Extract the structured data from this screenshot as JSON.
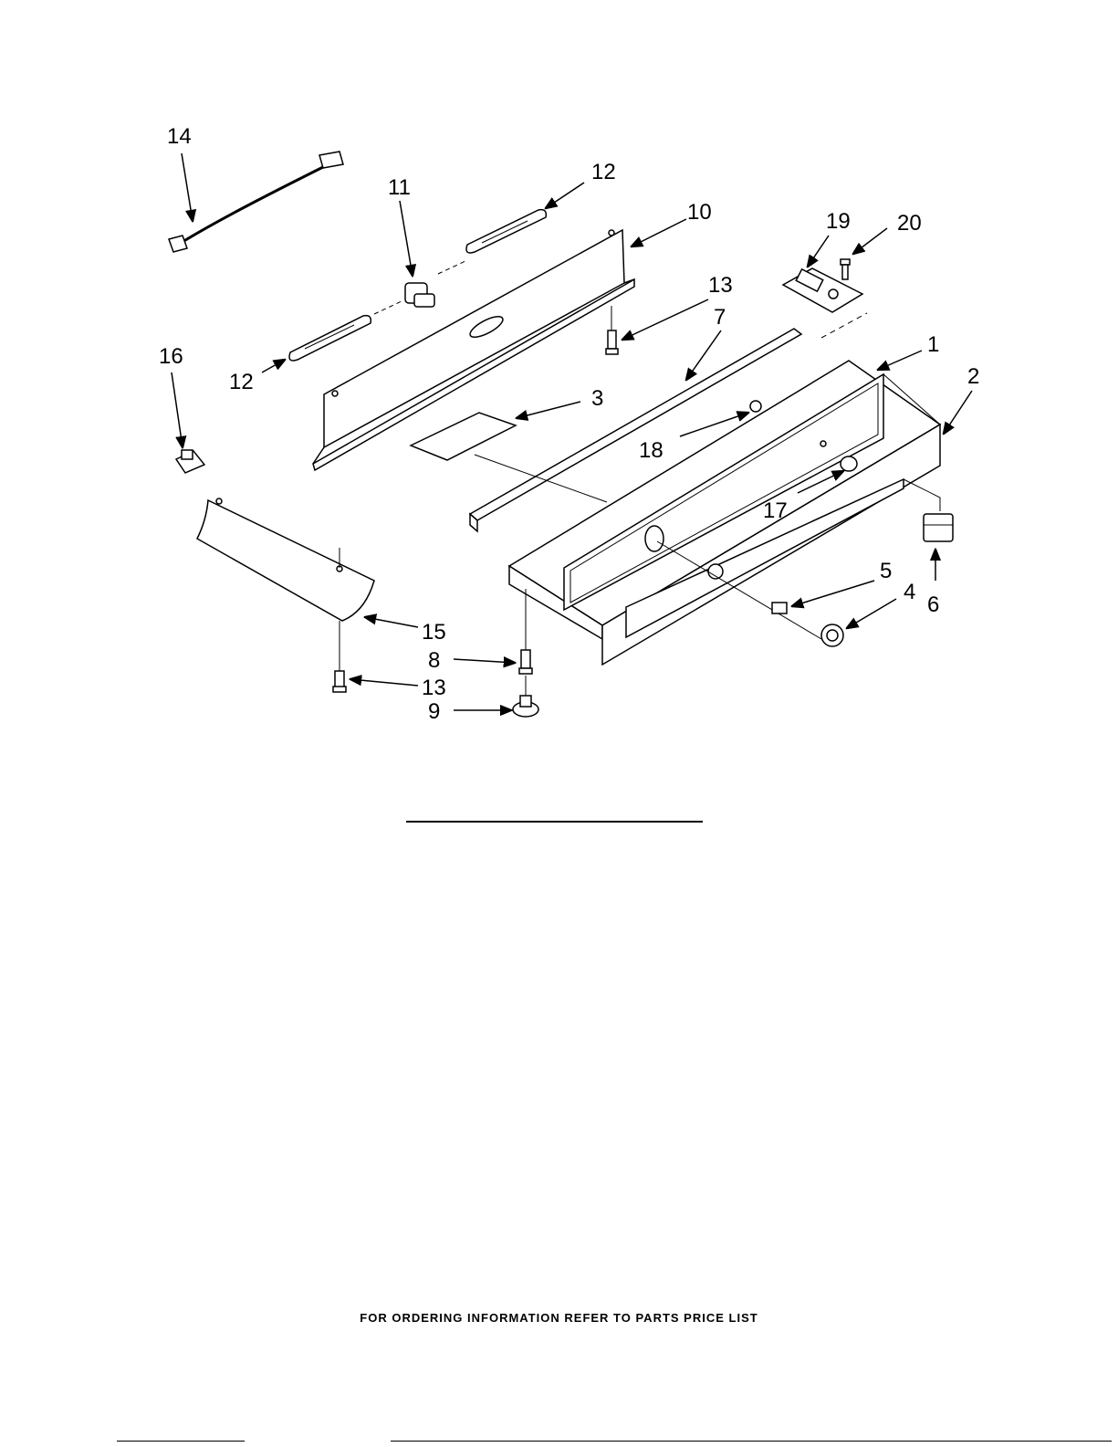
{
  "diagram": {
    "callouts": [
      {
        "id": "c14",
        "text": "14"
      },
      {
        "id": "c11",
        "text": "11"
      },
      {
        "id": "c12a",
        "text": "12"
      },
      {
        "id": "c10",
        "text": "10"
      },
      {
        "id": "c19",
        "text": "19"
      },
      {
        "id": "c20",
        "text": "20"
      },
      {
        "id": "c13a",
        "text": "13"
      },
      {
        "id": "c7",
        "text": "7"
      },
      {
        "id": "c1",
        "text": "1"
      },
      {
        "id": "c2",
        "text": "2"
      },
      {
        "id": "c16",
        "text": "16"
      },
      {
        "id": "c12b",
        "text": "12"
      },
      {
        "id": "c3",
        "text": "3"
      },
      {
        "id": "c18",
        "text": "18"
      },
      {
        "id": "c17",
        "text": "17"
      },
      {
        "id": "c5",
        "text": "5"
      },
      {
        "id": "c4",
        "text": "4"
      },
      {
        "id": "c6",
        "text": "6"
      },
      {
        "id": "c15",
        "text": "15"
      },
      {
        "id": "c8",
        "text": "8"
      },
      {
        "id": "c13b",
        "text": "13"
      },
      {
        "id": "c9",
        "text": "9"
      }
    ]
  },
  "footer": {
    "note": "FOR ORDERING INFORMATION REFER TO PARTS PRICE LIST"
  }
}
